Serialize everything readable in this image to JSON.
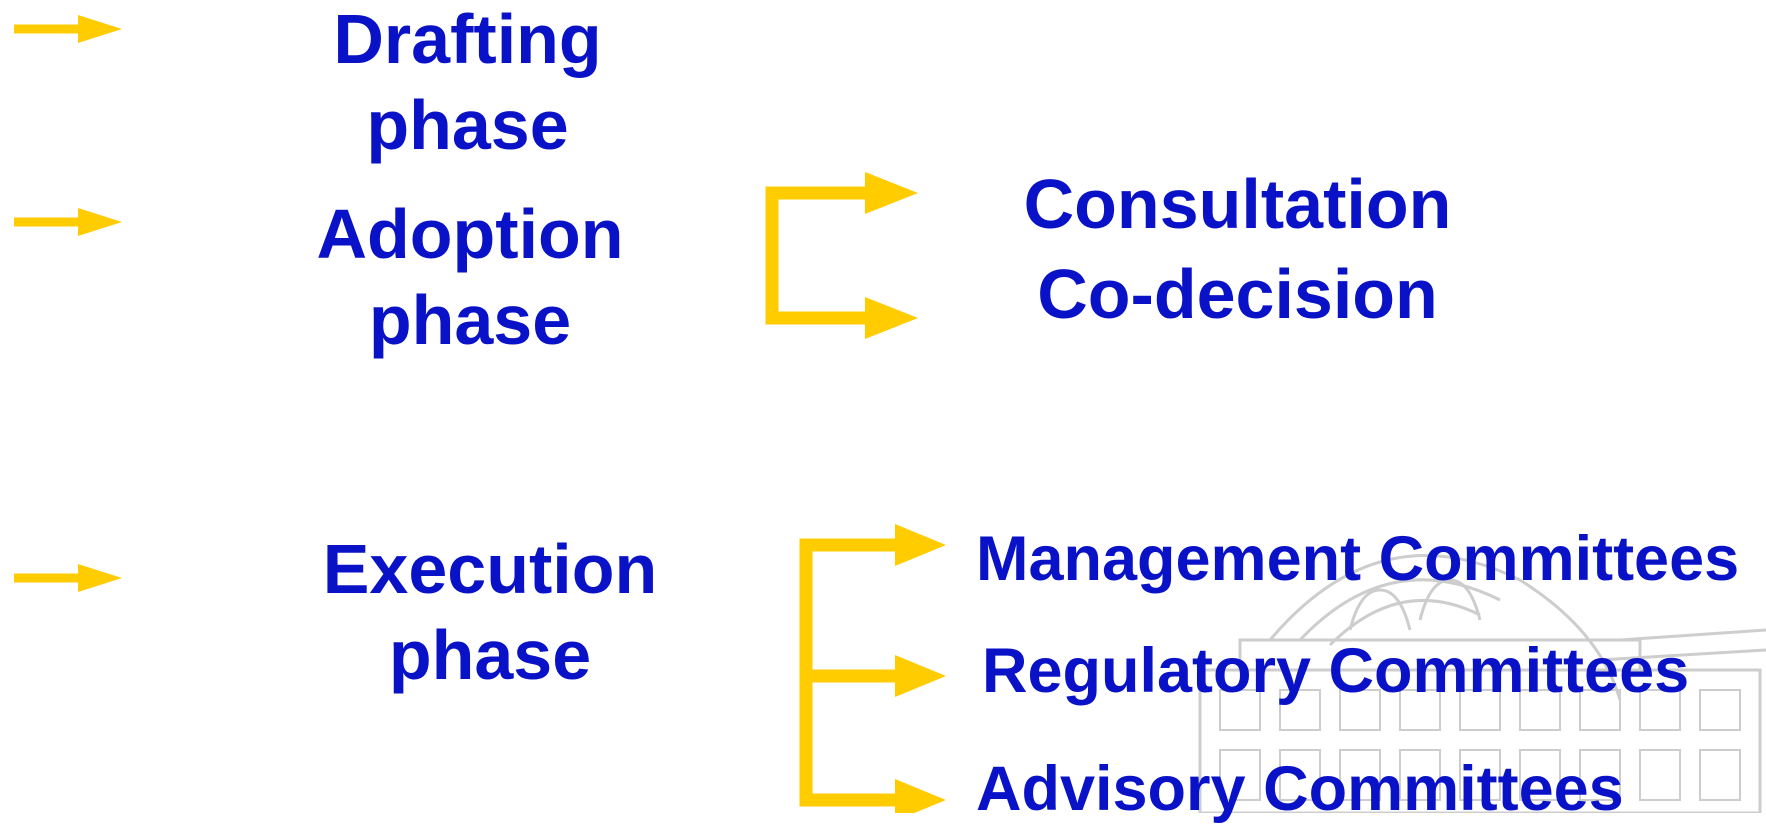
{
  "colors": {
    "text": "#0a12c8",
    "arrow": "#ffcc00",
    "watermark": "#b8b8b8"
  },
  "watermark": {
    "icon": "building-sketch-watermark"
  },
  "phases": [
    {
      "line1": "Drafting",
      "line2": "phase"
    },
    {
      "line1": "Adoption",
      "line2": "phase"
    },
    {
      "line1": "Execution",
      "line2": "phase"
    }
  ],
  "adoption_procedures": [
    "Consultation",
    "Co-decision"
  ],
  "execution_committees": [
    "Management Committees",
    "Regulatory Committees",
    "Advisory Committees"
  ]
}
